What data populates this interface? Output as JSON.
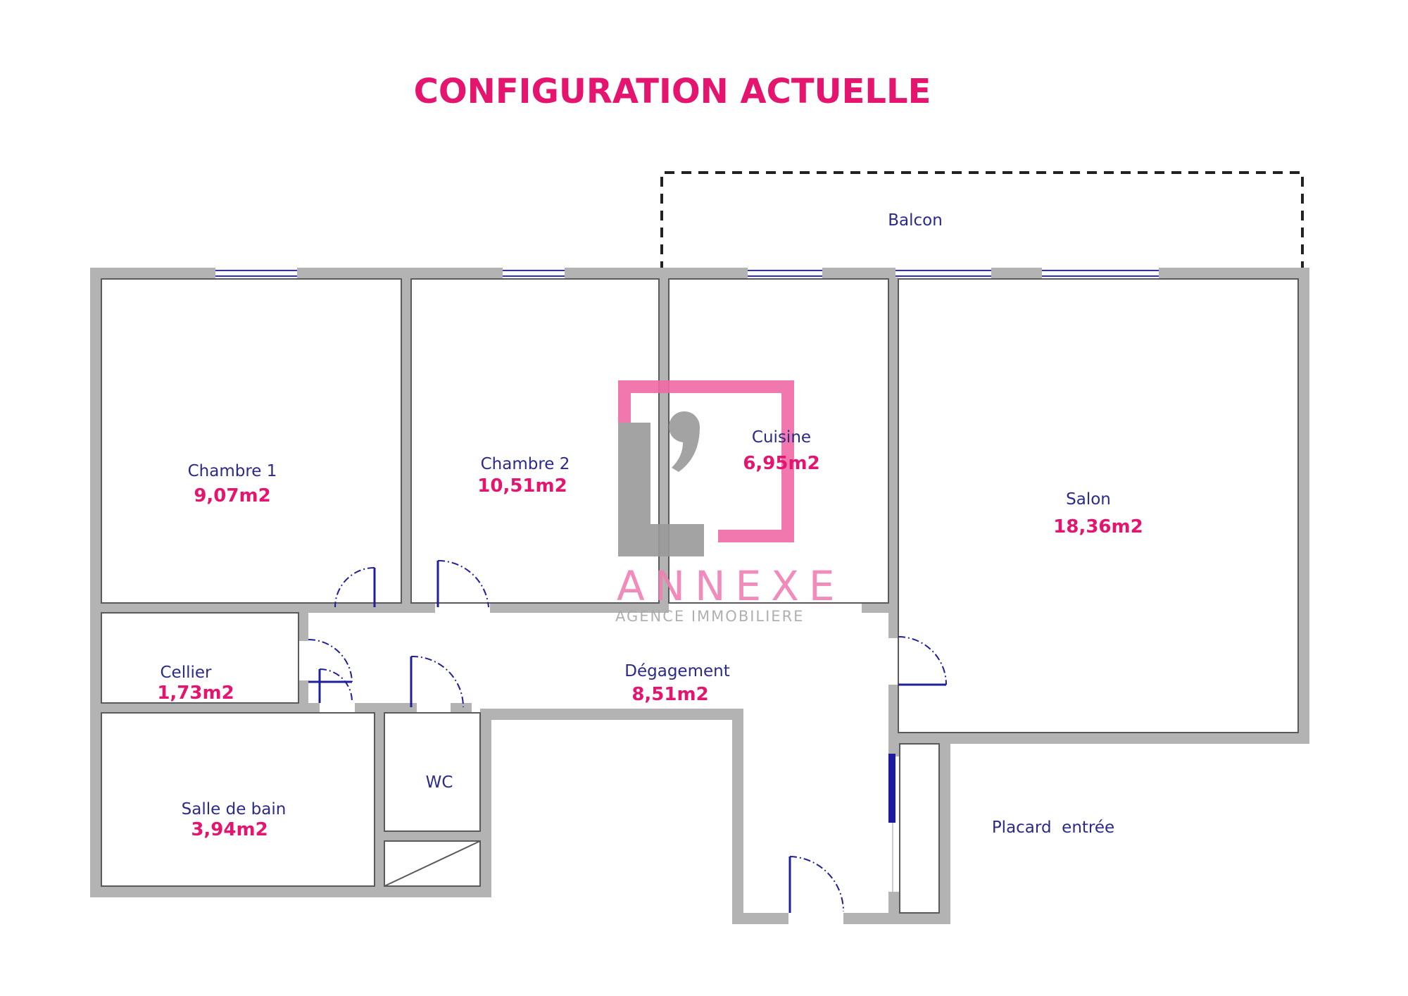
{
  "title": "CONFIGURATION ACTUELLE",
  "colors": {
    "title": "#e5156f",
    "area": "#e5156f",
    "label": "#2a2a8a",
    "wall": "#b3b3b3",
    "window": "#2d2ec8"
  },
  "rooms": {
    "balcon": {
      "label": "Balcon"
    },
    "chambre1": {
      "label": "Chambre 1",
      "area": "9,07m2"
    },
    "chambre2": {
      "label": "Chambre 2",
      "area": "10,51m2"
    },
    "cuisine": {
      "label": "Cuisine",
      "area": "6,95m2"
    },
    "salon": {
      "label": "Salon",
      "area": "18,36m2"
    },
    "cellier": {
      "label": "Cellier",
      "area": "1,73m2"
    },
    "degagement": {
      "label": "Dégagement",
      "area": "8,51m2"
    },
    "salle_de_bain": {
      "label": "Salle de bain",
      "area": "3,94m2"
    },
    "wc": {
      "label": "WC"
    },
    "placard": {
      "label": "Placard  entrée"
    }
  },
  "logo": {
    "mark": "L’",
    "name": "ANNEXE",
    "tagline": "AGENCE IMMOBILIERE"
  }
}
